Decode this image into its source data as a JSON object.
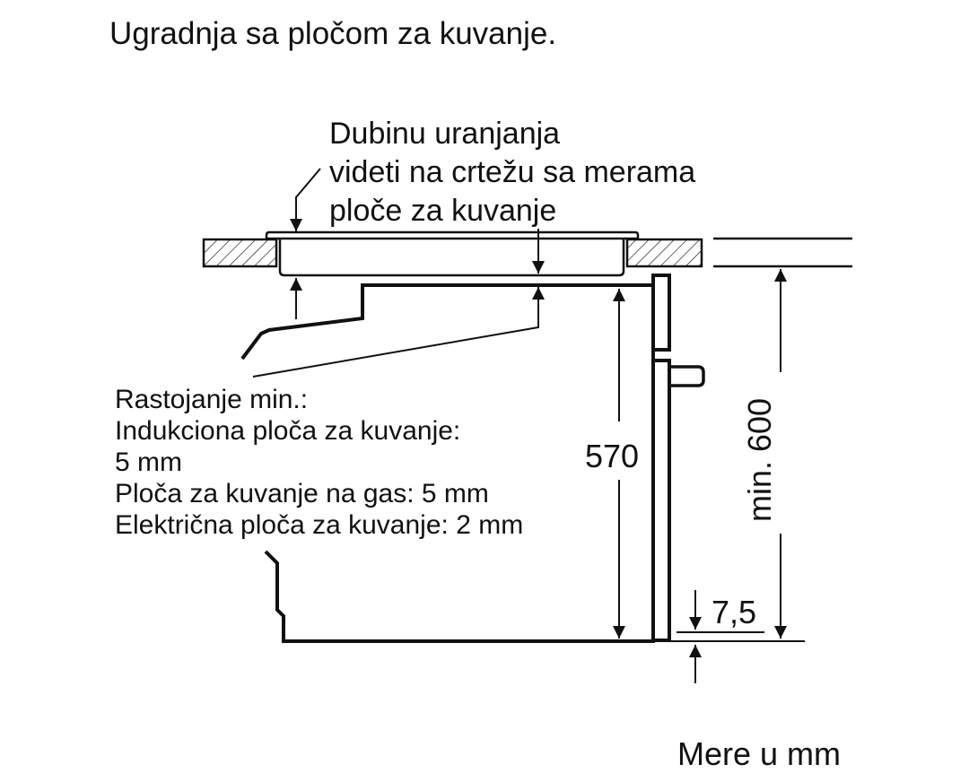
{
  "title": "Ugradnja sa pločom za kuvanje.",
  "note_top": {
    "lines": [
      "Dubinu uranjanja",
      "videti na crtežu sa merama",
      "ploče za kuvanje"
    ]
  },
  "note_left": {
    "lines": [
      "Rastojanje min.:",
      "Indukciona ploča za kuvanje:",
      "5 mm",
      "Ploča za kuvanje na gas: 5 mm",
      "Električna ploča za kuvanje: 2 mm"
    ]
  },
  "dimensions": {
    "oven_height": "570",
    "cabinet_height": "min. 600",
    "bottom_gap": "7,5"
  },
  "units_label": "Mere u mm",
  "colors": {
    "line": "#111111",
    "background": "#ffffff"
  }
}
